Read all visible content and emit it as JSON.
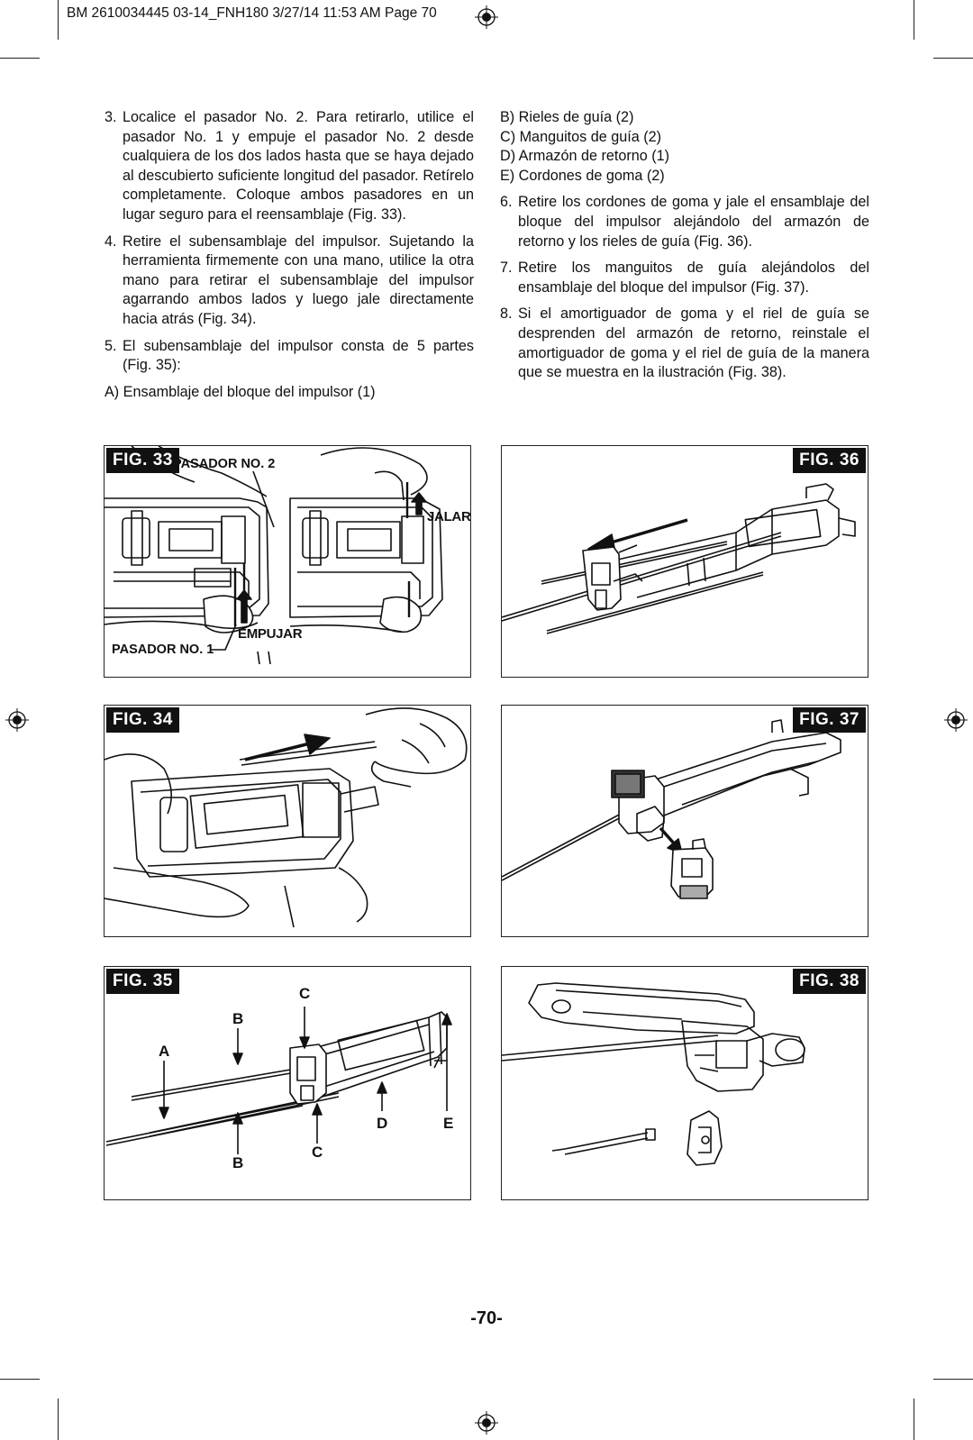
{
  "header": {
    "slug": "BM 2610034445 03-14_FNH180  3/27/14  11:53 AM  Page 70"
  },
  "left_column": {
    "items": [
      {
        "num": "3.",
        "text": "Localice el pasador No. 2. Para retirarlo, utilice el pasador No. 1 y empuje el pasador No. 2 desde cualquiera de los dos lados hasta que se haya dejado al descubierto suficiente longitud del pasador. Retírelo completamente. Coloque ambos pasadores en un lugar seguro para el reensamblaje (Fig. 33)."
      },
      {
        "num": "4.",
        "text": "Retire el subensamblaje del impulsor. Sujetando la herramienta firmemente con una mano, utilice la otra mano para retirar el subensamblaje del impulsor agarrando ambos lados y luego jale directamente hacia atrás (Fig. 34)."
      },
      {
        "num": "5.",
        "text": "El subensamblaje del impulsor consta de 5 partes (Fig. 35):"
      }
    ],
    "parts_a": "A) Ensamblaje del bloque del impulsor (1)"
  },
  "right_column": {
    "parts": [
      "B) Rieles de guía (2)",
      "C) Manguitos de guía (2)",
      "D) Armazón de retorno (1)",
      "E) Cordones de goma (2)"
    ],
    "items": [
      {
        "num": "6.",
        "text": "Retire los cordones de goma y jale el ensamblaje del bloque del impulsor alejándolo del armazón de retorno y los rieles de guía (Fig. 36)."
      },
      {
        "num": "7.",
        "text": "Retire los manguitos de guía alejándolos del ensamblaje del bloque del impulsor (Fig. 37)."
      },
      {
        "num": "8.",
        "text": "Si el amortiguador de goma y el riel de guía se desprenden del armazón de retorno, reinstale el amortiguador de goma y el riel de guía de la manera que se muestra en la ilustración (Fig. 38)."
      }
    ]
  },
  "figures": {
    "fig33": {
      "label": "FIG. 33",
      "pasador2": "PASADOR NO. 2",
      "pasador1": "PASADOR NO. 1",
      "jalar": "JALAR",
      "empujar": "EMPUJAR"
    },
    "fig34": {
      "label": "FIG. 34"
    },
    "fig35": {
      "label": "FIG. 35",
      "callouts": {
        "a": "A",
        "b_top": "B",
        "b_bottom": "B",
        "c_top": "C",
        "c_bottom": "C",
        "d": "D",
        "e": "E"
      }
    },
    "fig36": {
      "label": "FIG. 36"
    },
    "fig37": {
      "label": "FIG. 37"
    },
    "fig38": {
      "label": "FIG. 38"
    }
  },
  "footer": {
    "page_number": "-70-"
  },
  "colors": {
    "ink": "#111111",
    "label_bg": "#111111",
    "label_text": "#ffffff",
    "paper": "#ffffff"
  }
}
